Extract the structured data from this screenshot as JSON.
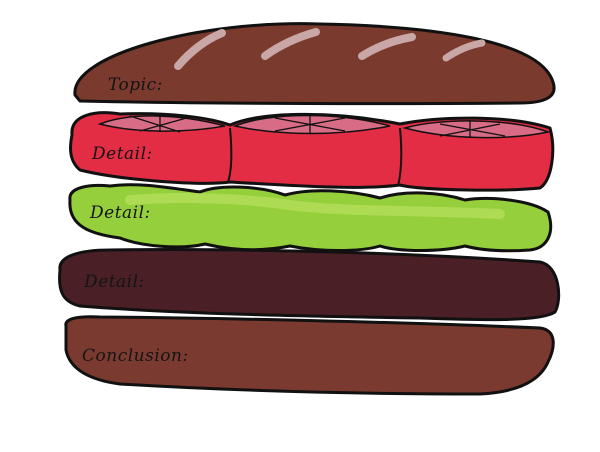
{
  "layers": [
    {
      "id": "top-bun",
      "label": "Topic:",
      "color": "#7a3a2e",
      "role": "topic"
    },
    {
      "id": "tomato",
      "label": "Detail:",
      "color": "#e32d45",
      "role": "detail"
    },
    {
      "id": "lettuce",
      "label": "Detail:",
      "color": "#96cf3c",
      "role": "detail"
    },
    {
      "id": "patty",
      "label": "Detail:",
      "color": "#4a1f26",
      "role": "detail"
    },
    {
      "id": "bottom-bun",
      "label": "Conclusion:",
      "color": "#7b3a30",
      "role": "conclusion"
    }
  ],
  "accent_colors": {
    "outline": "#111111",
    "bun_slash": "#c9a7a6",
    "tomato_seed": "#d86b85"
  }
}
